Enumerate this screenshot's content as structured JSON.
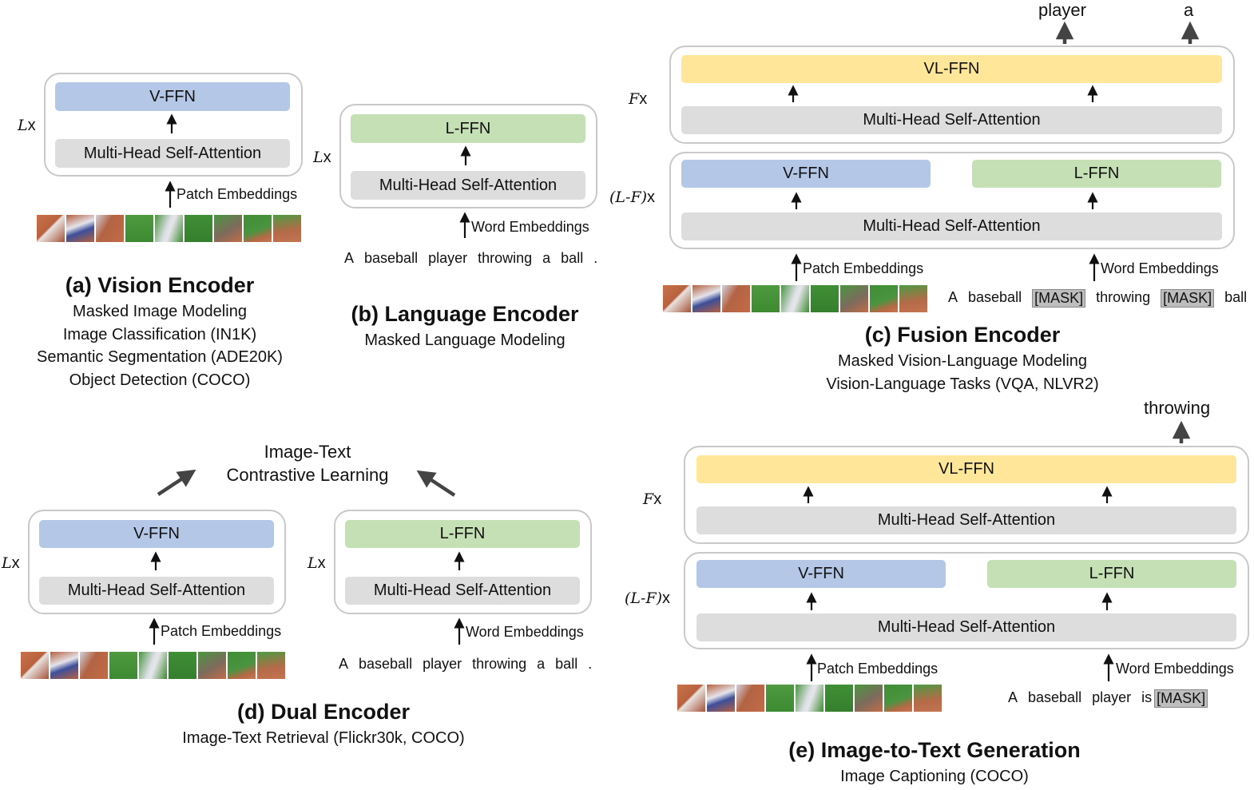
{
  "common": {
    "v_ffn": "V-FFN",
    "l_ffn": "L-FFN",
    "vl_ffn": "VL-FFN",
    "mhsa": "Multi-Head Self-Attention",
    "patch_embeddings": "Patch Embeddings",
    "word_embeddings": "Word Embeddings",
    "L_sym": "L",
    "F_sym": "F",
    "LF_sym": "(L-F)",
    "x": "x",
    "mask": "[MASK]"
  },
  "panel_a": {
    "title": "(a) Vision Encoder",
    "tasks": [
      "Masked Image Modeling",
      "Image Classification (IN1K)",
      "Semantic Segmentation (ADE20K)",
      "Object Detection (COCO)"
    ]
  },
  "panel_b": {
    "title": "(b) Language Encoder",
    "tasks": [
      "Masked Language Modeling"
    ],
    "sentence": [
      "A",
      "baseball",
      "player",
      "throwing",
      "a",
      "ball",
      "."
    ]
  },
  "panel_c": {
    "title": "(c) Fusion Encoder",
    "tasks": [
      "Masked Vision-Language Modeling",
      "Vision-Language Tasks (VQA, NLVR2)"
    ],
    "sentence": [
      "A",
      "baseball",
      "[MASK]",
      "throwing",
      "[MASK]",
      "ball"
    ],
    "outputs": [
      "player",
      "a"
    ]
  },
  "panel_d": {
    "title": "(d) Dual Encoder",
    "tasks": [
      "Image-Text Retrieval (Flickr30k, COCO)"
    ],
    "objective_line1": "Image-Text",
    "objective_line2": "Contrastive Learning",
    "sentence": [
      "A",
      "baseball",
      "player",
      "throwing",
      "a",
      "ball",
      "."
    ]
  },
  "panel_e": {
    "title": "(e) Image-to-Text Generation",
    "tasks": [
      "Image Captioning (COCO)"
    ],
    "sentence": [
      "A",
      "baseball",
      "player",
      "is",
      "[MASK]"
    ],
    "output": "throwing"
  },
  "colors": {
    "v_ffn": "#b4c7e7",
    "l_ffn": "#c5e0b4",
    "vl_ffn": "#ffe699",
    "mhsa": "#dddddd",
    "box_border": "#c9c9c9"
  }
}
